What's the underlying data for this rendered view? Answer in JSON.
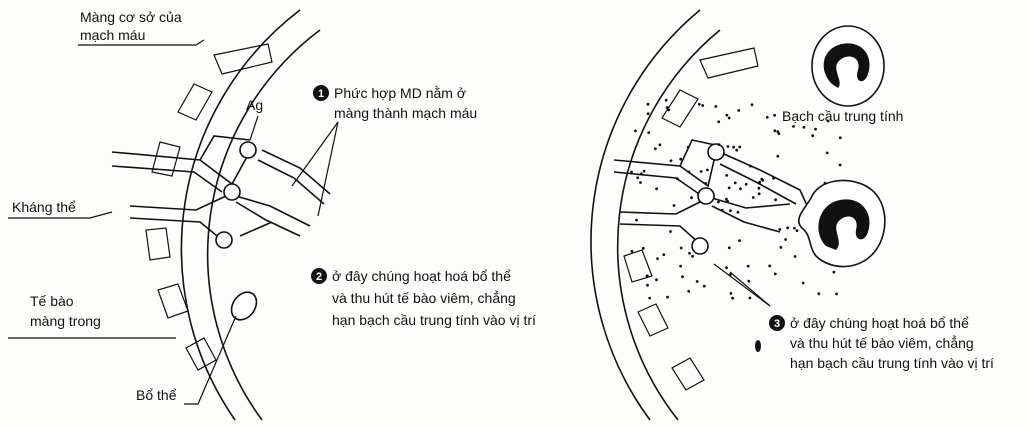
{
  "left": {
    "basement_membrane": [
      "Màng cơ sở của",
      "mạch máu"
    ],
    "antigen": "Ag",
    "antibody": "Kháng thể",
    "endothelial_cell": [
      "Tế bào",
      "màng trong"
    ],
    "complement": "Bổ thể"
  },
  "steps": {
    "step1": {
      "num": "1",
      "lines": [
        "Phức hợp MD nằm ở",
        "màng thành mạch máu"
      ]
    },
    "step2": {
      "num": "2",
      "lines": [
        "ở đây chúng hoạt hoá bổ thể",
        "và thu hút tế bào viêm, chẳng",
        "hạn bạch cầu trung tính vào vị trí"
      ]
    },
    "step3": {
      "num": "3",
      "lines": [
        "ở đây chúng hoạt hoá bổ thể",
        "và thu hút tế bào viêm, chẳng",
        "hạn bạch cầu trung tính vào vị trí"
      ]
    }
  },
  "right": {
    "neutrophil": "Bạch cầu trung tính"
  }
}
